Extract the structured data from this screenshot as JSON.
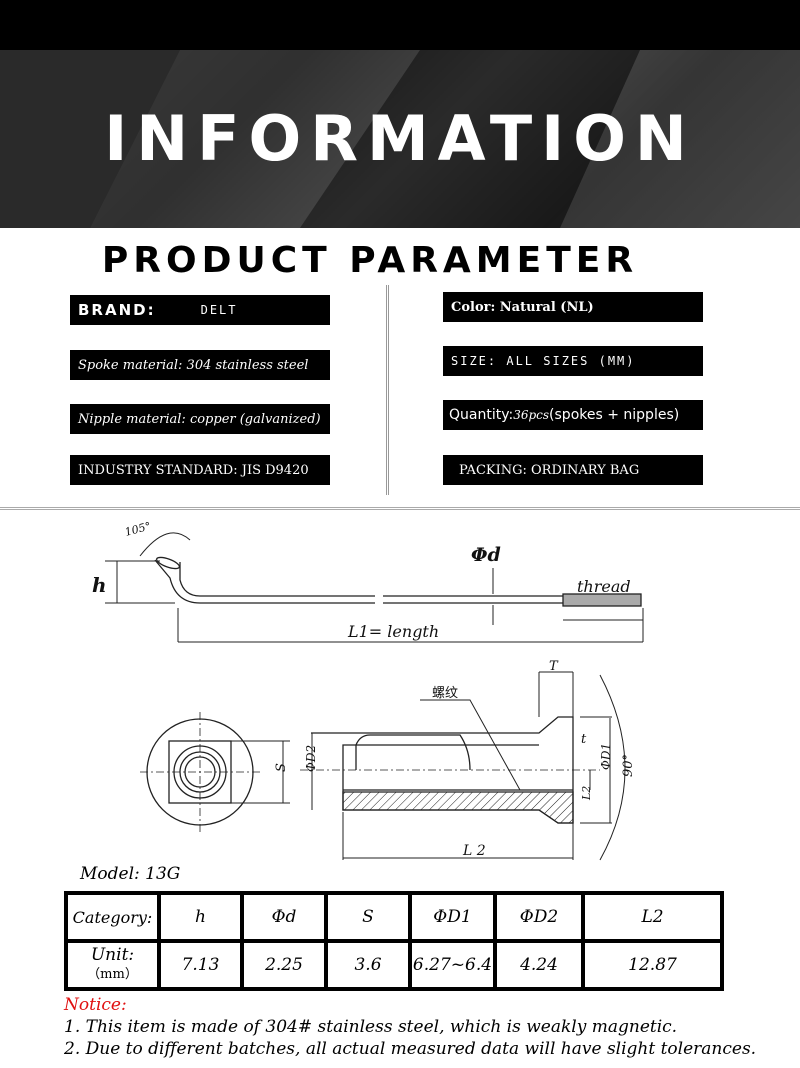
{
  "header": {
    "title": "INFORMATION"
  },
  "subtitle": "PRODUCT PARAMETER",
  "params_left": [
    {
      "label": "BRAND:",
      "value": "DELT"
    },
    {
      "text": "Spoke material: 304 stainless steel"
    },
    {
      "text": "Nipple material: copper (galvanized)"
    },
    {
      "text": "INDUSTRY STANDARD: JIS D9420"
    }
  ],
  "params_right": [
    {
      "text": "Color: Natural (NL)"
    },
    {
      "text": "SIZE: ALL SIZES (MM)"
    },
    {
      "prefix": "Quantity:",
      "qty": "36pcs",
      "suffix": " (spokes + nipples)"
    },
    {
      "text": "PACKING: ORDINARY BAG"
    }
  ],
  "diagram": {
    "angle": "105°",
    "h": "h",
    "phi_d": "Φd",
    "thread": "thread",
    "l1": "L1= length",
    "T": "T",
    "thread_cn": "螺纹",
    "t": "t",
    "S": "S",
    "phi_D2": "ΦD2",
    "phi_D1": "ΦD1",
    "l2_small": "L2",
    "angle90": "90°",
    "l2": "L 2"
  },
  "model": "Model: 13G",
  "table": {
    "headers": [
      "Category:",
      "h",
      "Φd",
      "S",
      "ΦD1",
      "ΦD2",
      "L2"
    ],
    "unit_label": "Unit:",
    "unit": "（mm）",
    "values": [
      "7.13",
      "2.25",
      "3.6",
      "6.27~6.4",
      "4.24",
      "12.87"
    ]
  },
  "notice": {
    "title": "Notice:",
    "items": [
      "1. This item is made of 304# stainless steel, which is weakly magnetic.",
      "2. Due to different batches, all actual measured data will have slight tolerances."
    ]
  },
  "colors": {
    "notice": "#e01010",
    "box": "#000000"
  }
}
